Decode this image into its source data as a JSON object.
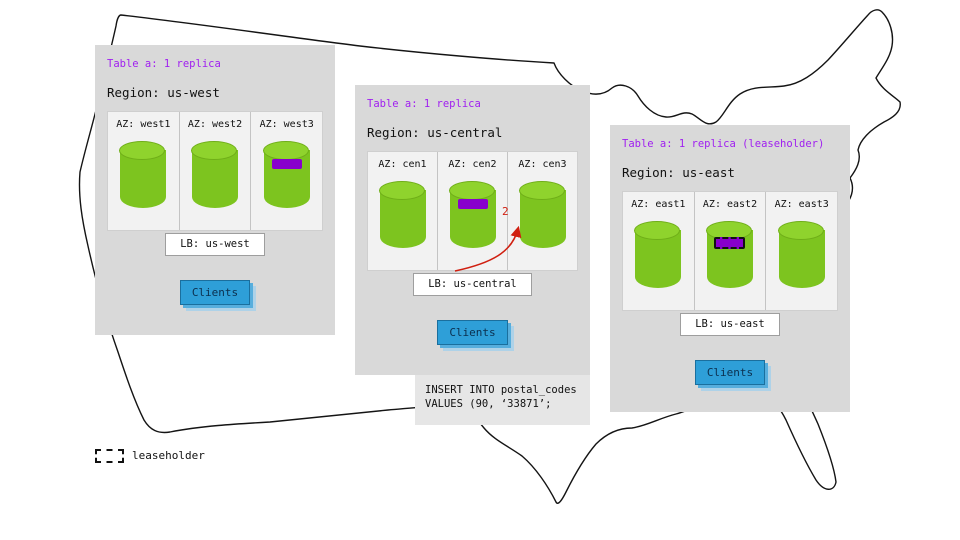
{
  "regions": [
    {
      "table_label": "Table a: 1 replica",
      "region_label": "Region: us-west",
      "azs": [
        {
          "label": "AZ: west1",
          "replica": false,
          "leaseholder": false
        },
        {
          "label": "AZ: west2",
          "replica": false,
          "leaseholder": false
        },
        {
          "label": "AZ: west3",
          "replica": true,
          "leaseholder": false
        }
      ],
      "lb_label": "LB: us-west",
      "clients_label": "Clients"
    },
    {
      "table_label": "Table a: 1 replica",
      "region_label": "Region: us-central",
      "azs": [
        {
          "label": "AZ: cen1",
          "replica": false,
          "leaseholder": false
        },
        {
          "label": "AZ: cen2",
          "replica": true,
          "leaseholder": false
        },
        {
          "label": "AZ: cen3",
          "replica": false,
          "leaseholder": false
        }
      ],
      "lb_label": "LB: us-central",
      "clients_label": "Clients"
    },
    {
      "table_label": "Table a: 1 replica (leaseholder)",
      "region_label": "Region: us-east",
      "azs": [
        {
          "label": "AZ: east1",
          "replica": false,
          "leaseholder": false
        },
        {
          "label": "AZ: east2",
          "replica": false,
          "leaseholder": true
        },
        {
          "label": "AZ: east3",
          "replica": false,
          "leaseholder": false
        }
      ],
      "lb_label": "LB: us-east",
      "clients_label": "Clients"
    }
  ],
  "sql_note": {
    "line1": "INSERT INTO postal_codes",
    "line2": "VALUES (90, ‘33871’;"
  },
  "arrow": {
    "label": "2"
  },
  "legend": {
    "label": "leaseholder"
  },
  "icons": {
    "database": "green-cylinder",
    "replica_marker": "purple-rounded-rect",
    "leaseholder_swatch": "dashed-rectangle"
  },
  "colors": {
    "panel_bg": "#d9d9d9",
    "az_bg": "#f2f2f2",
    "table_label_purple": "#a020f0",
    "replica_purple": "#8800cc",
    "cylinder_green": "#7dc41f",
    "clients_blue": "#2e9fd8",
    "arrow_red": "#d01f10",
    "map_outline": "#141414"
  }
}
